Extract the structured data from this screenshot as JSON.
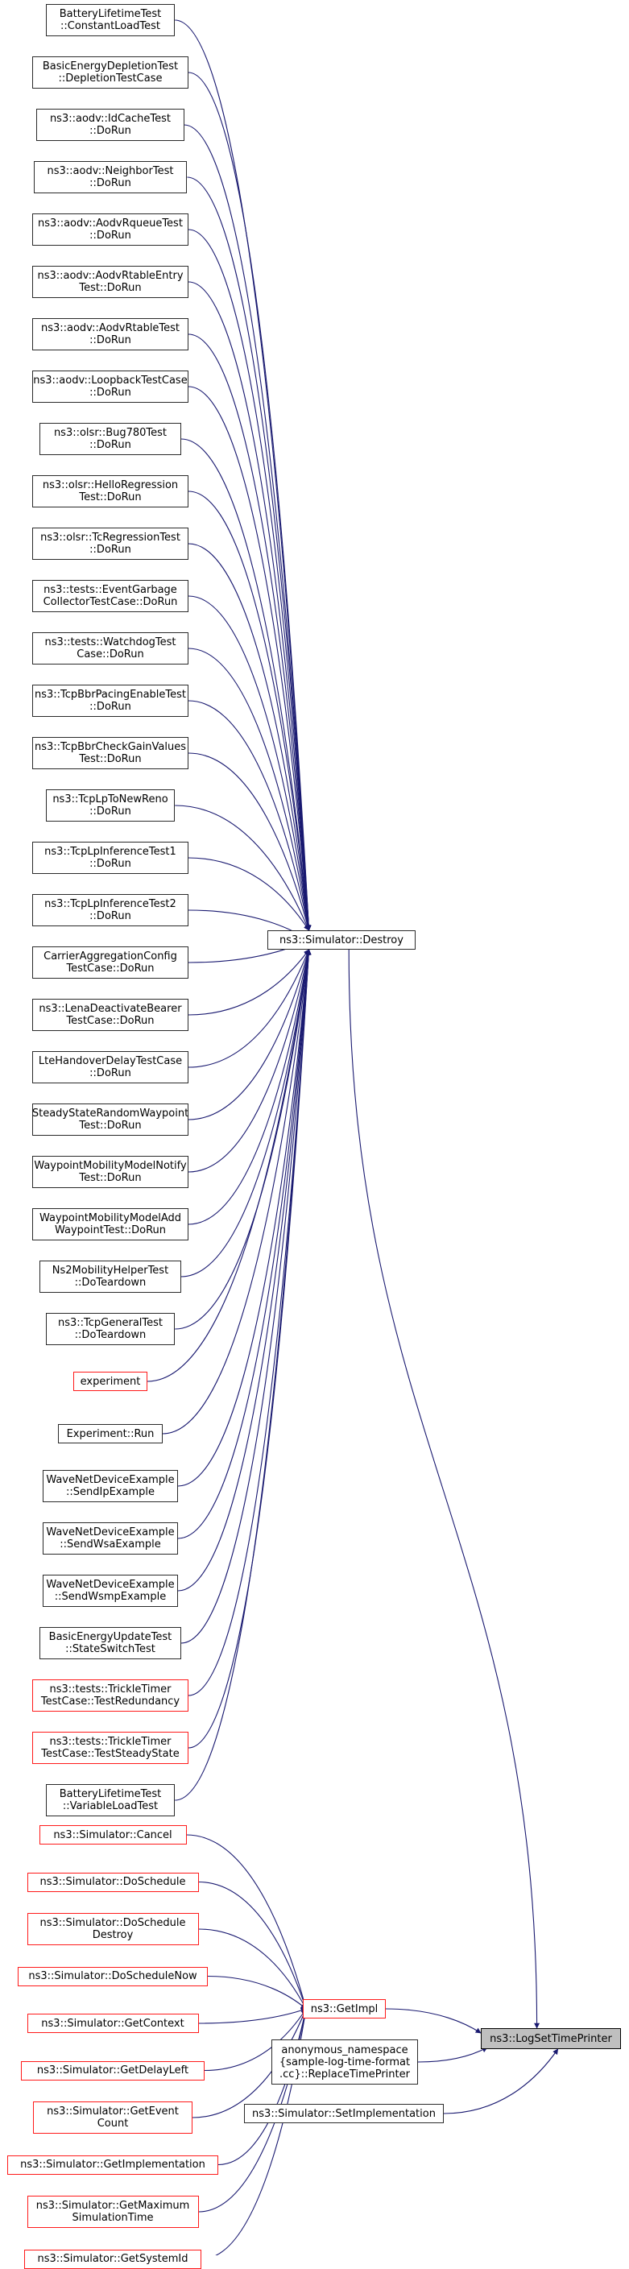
{
  "graph": {
    "colors": {
      "edge": "#191970",
      "node_border": "#2a2a2a",
      "node_border_incomplete": "#ff1a1a",
      "target_fill": "#bfbfbf"
    },
    "target": {
      "id": "target",
      "lines": [
        "ns3::LogSetTimePrinter"
      ]
    },
    "hubs": [
      {
        "id": "destroy",
        "lines": [
          "ns3::Simulator::Destroy"
        ]
      },
      {
        "id": "getimpl",
        "lines": [
          "ns3::GetImpl"
        ],
        "incomplete": true
      }
    ],
    "direct_callers": [
      {
        "id": "replacetp",
        "lines": [
          "anonymous_namespace",
          "{sample-log-time-format",
          ".cc}::ReplaceTimePrinter"
        ]
      },
      {
        "id": "setimpl",
        "lines": [
          "ns3::Simulator::SetImplementation"
        ]
      }
    ],
    "destroy_callers": [
      {
        "lines": [
          "BatteryLifetimeTest",
          "::ConstantLoadTest"
        ]
      },
      {
        "lines": [
          "BasicEnergyDepletionTest",
          "::DepletionTestCase"
        ]
      },
      {
        "lines": [
          "ns3::aodv::IdCacheTest",
          "::DoRun"
        ]
      },
      {
        "lines": [
          "ns3::aodv::NeighborTest",
          "::DoRun"
        ]
      },
      {
        "lines": [
          "ns3::aodv::AodvRqueueTest",
          "::DoRun"
        ]
      },
      {
        "lines": [
          "ns3::aodv::AodvRtableEntry",
          "Test::DoRun"
        ]
      },
      {
        "lines": [
          "ns3::aodv::AodvRtableTest",
          "::DoRun"
        ]
      },
      {
        "lines": [
          "ns3::aodv::LoopbackTestCase",
          "::DoRun"
        ]
      },
      {
        "lines": [
          "ns3::olsr::Bug780Test",
          "::DoRun"
        ]
      },
      {
        "lines": [
          "ns3::olsr::HelloRegression",
          "Test::DoRun"
        ]
      },
      {
        "lines": [
          "ns3::olsr::TcRegressionTest",
          "::DoRun"
        ]
      },
      {
        "lines": [
          "ns3::tests::EventGarbage",
          "CollectorTestCase::DoRun"
        ]
      },
      {
        "lines": [
          "ns3::tests::WatchdogTest",
          "Case::DoRun"
        ]
      },
      {
        "lines": [
          "ns3::TcpBbrPacingEnableTest",
          "::DoRun"
        ]
      },
      {
        "lines": [
          "ns3::TcpBbrCheckGainValues",
          "Test::DoRun"
        ]
      },
      {
        "lines": [
          "ns3::TcpLpToNewReno",
          "::DoRun"
        ]
      },
      {
        "lines": [
          "ns3::TcpLpInferenceTest1",
          "::DoRun"
        ]
      },
      {
        "lines": [
          "ns3::TcpLpInferenceTest2",
          "::DoRun"
        ]
      },
      {
        "lines": [
          "CarrierAggregationConfig",
          "TestCase::DoRun"
        ]
      },
      {
        "lines": [
          "ns3::LenaDeactivateBearer",
          "TestCase::DoRun"
        ]
      },
      {
        "lines": [
          "LteHandoverDelayTestCase",
          "::DoRun"
        ]
      },
      {
        "lines": [
          "SteadyStateRandomWaypoint",
          "Test::DoRun"
        ]
      },
      {
        "lines": [
          "WaypointMobilityModelNotify",
          "Test::DoRun"
        ]
      },
      {
        "lines": [
          "WaypointMobilityModelAdd",
          "WaypointTest::DoRun"
        ]
      },
      {
        "lines": [
          "Ns2MobilityHelperTest",
          "::DoTeardown"
        ]
      },
      {
        "lines": [
          "ns3::TcpGeneralTest",
          "::DoTeardown"
        ]
      },
      {
        "lines": [
          "experiment"
        ],
        "incomplete": true
      },
      {
        "lines": [
          "Experiment::Run"
        ]
      },
      {
        "lines": [
          "WaveNetDeviceExample",
          "::SendIpExample"
        ]
      },
      {
        "lines": [
          "WaveNetDeviceExample",
          "::SendWsaExample"
        ]
      },
      {
        "lines": [
          "WaveNetDeviceExample",
          "::SendWsmpExample"
        ]
      },
      {
        "lines": [
          "BasicEnergyUpdateTest",
          "::StateSwitchTest"
        ]
      },
      {
        "lines": [
          "ns3::tests::TrickleTimer",
          "TestCase::TestRedundancy"
        ],
        "incomplete": true
      },
      {
        "lines": [
          "ns3::tests::TrickleTimer",
          "TestCase::TestSteadyState"
        ],
        "incomplete": true
      },
      {
        "lines": [
          "BatteryLifetimeTest",
          "::VariableLoadTest"
        ]
      }
    ],
    "getimpl_callers": [
      {
        "lines": [
          "ns3::Simulator::Cancel"
        ],
        "incomplete": true
      },
      {
        "lines": [
          "ns3::Simulator::DoSchedule"
        ],
        "incomplete": true
      },
      {
        "lines": [
          "ns3::Simulator::DoSchedule",
          "Destroy"
        ],
        "incomplete": true
      },
      {
        "lines": [
          "ns3::Simulator::DoScheduleNow"
        ],
        "incomplete": true
      },
      {
        "lines": [
          "ns3::Simulator::GetContext"
        ],
        "incomplete": true
      },
      {
        "lines": [
          "ns3::Simulator::GetDelayLeft"
        ],
        "incomplete": true
      },
      {
        "lines": [
          "ns3::Simulator::GetEvent",
          "Count"
        ],
        "incomplete": true
      },
      {
        "lines": [
          "ns3::Simulator::GetImplementation"
        ],
        "incomplete": true
      },
      {
        "lines": [
          "ns3::Simulator::GetMaximum",
          "SimulationTime"
        ],
        "incomplete": true
      },
      {
        "lines": [
          "ns3::Simulator::GetSystemId"
        ],
        "incomplete": true
      }
    ]
  }
}
